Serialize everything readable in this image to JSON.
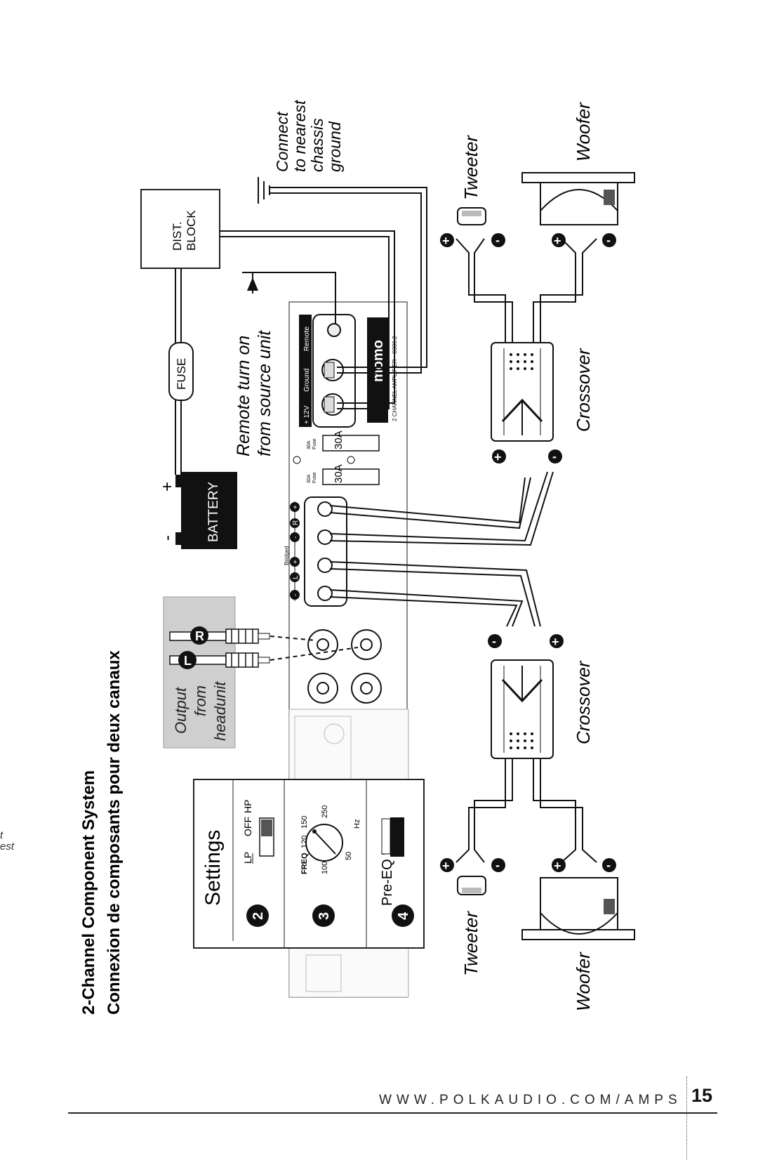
{
  "title": {
    "en": "2-Channel Component System",
    "fr": "Connexion de composants pour deux canaux"
  },
  "margin_fragment": [
    "t",
    "est"
  ],
  "labels": {
    "connect_ground": [
      "Connect",
      "to nearest",
      "chassis",
      "ground"
    ],
    "dist_block": [
      "DIST.",
      "BLOCK"
    ],
    "fuse": "FUSE",
    "battery": "BATTERY",
    "battery_plus": "+",
    "battery_minus": "-",
    "remote_turn_on": [
      "Remote turn on",
      "from source unit"
    ],
    "output_from_headunit": [
      "Output",
      "from",
      "headunit"
    ],
    "rca_left": "L",
    "rca_right": "R",
    "tweeter": "Tweeter",
    "woofer": "Woofer",
    "crossover": "Crossover",
    "plus_symbol": "+",
    "minus_symbol": "-"
  },
  "amplifier": {
    "power_terminals": [
      "+ 12V",
      "Ground",
      "Remote"
    ],
    "brand": "momo",
    "model_text": "2 CHANNEL AMPLIFIER - C300.2",
    "fuse_values": [
      "30A",
      "30A"
    ],
    "fuse_small_label": [
      "30A",
      "Fuse"
    ],
    "speaker_terminal_labels": [
      "-",
      "L",
      "+",
      "-",
      "R",
      "+"
    ],
    "bridged_label": "Bridged"
  },
  "settings": {
    "title": "Settings",
    "items": [
      {
        "number": "2",
        "labels": [
          "LP",
          "OFF",
          "HP"
        ]
      },
      {
        "number": "3",
        "labels": [
          "FREQ",
          "120",
          "150",
          "100",
          "250",
          "50",
          "Hz"
        ]
      },
      {
        "number": "4",
        "labels": [
          "Pre-EQ \"ON\""
        ]
      }
    ]
  },
  "footer": {
    "url": "WWW.POLKAUDIO.COM/AMPS",
    "page": "15"
  }
}
